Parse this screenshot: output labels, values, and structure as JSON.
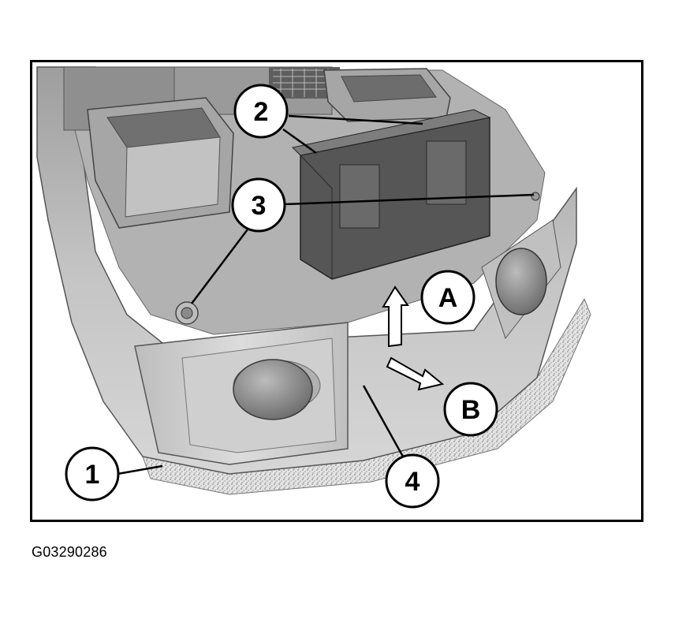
{
  "figure": {
    "code": "G03290286",
    "callouts": {
      "c1": "1",
      "c2": "2",
      "c3": "3",
      "c4": "4",
      "cA": "A",
      "cB": "B"
    },
    "colors": {
      "housing_light": "#cfcfcf",
      "housing_mid": "#a9a9a9",
      "housing_dark": "#6f6f6f",
      "module_dark": "#4a4a4a",
      "foam": "#d8d8d8",
      "outline": "#000000"
    }
  }
}
